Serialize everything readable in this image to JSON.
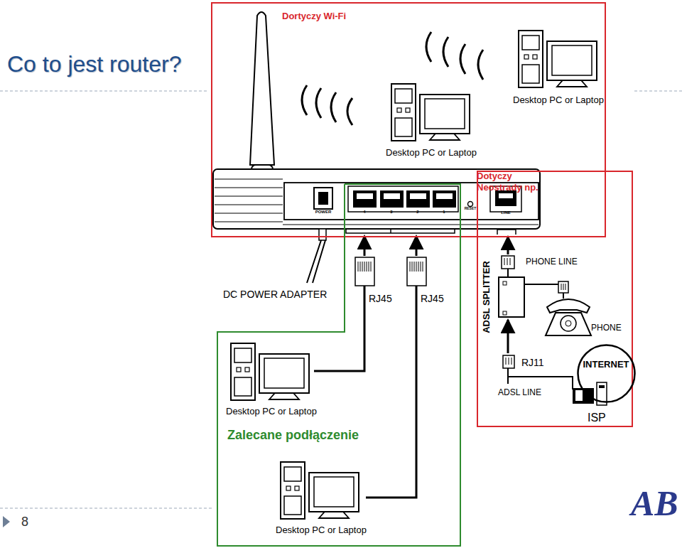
{
  "diagram": {
    "title": "Co to jest router?",
    "nodes": [
      {
        "text": [
          "Dortyczy Wi-Fi"
        ]
      },
      {
        "text": [
          "Zalecane podłączenie"
        ]
      },
      {
        "text": [
          "Dotyczy Neostrady np."
        ]
      },
      {
        "text": [
          "INTERNET"
        ],
        "in": 2
      }
    ],
    "labels": [
      "Desktop PC or Laptop",
      "Desktop PC or Laptop",
      "POWER",
      "4",
      "3",
      "2",
      "1",
      "RESET",
      "LINE",
      "DC POWER ADAPTER",
      "RJ45",
      "RJ45",
      "ADSL SPLITTER",
      "PHONE LINE",
      "PHONE",
      "RJ11",
      "ADSL LINE",
      "Desktop PC or Laptop",
      "ISP",
      "Desktop PC or Laptop",
      "8",
      "AB"
    ]
  }
}
